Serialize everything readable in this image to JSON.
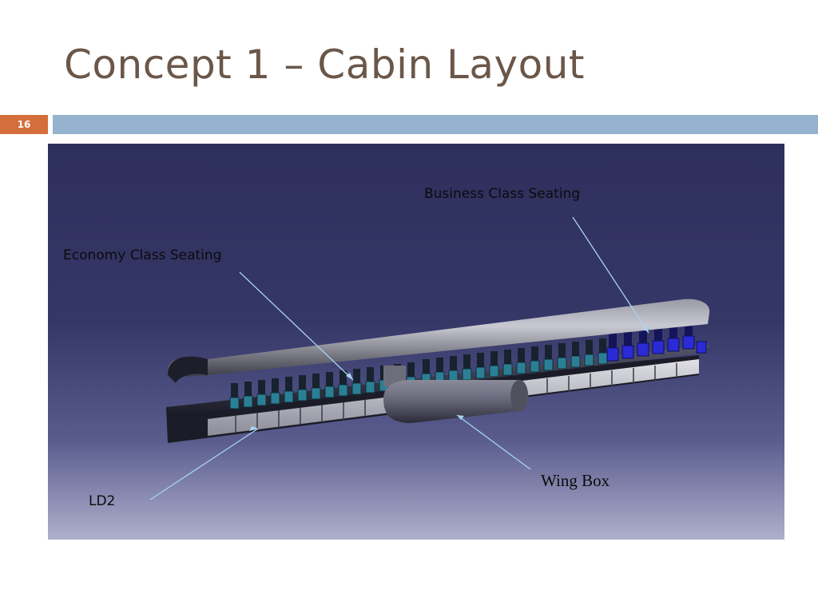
{
  "slide": {
    "title": "Concept 1 – Cabin Layout",
    "number": "16"
  },
  "figure": {
    "labels": {
      "business": "Business Class Seating",
      "economy": "Economy Class Seating",
      "wing_box": "Wing Box",
      "ld2": "LD2"
    },
    "colors": {
      "economy_seat": "#2b7f95",
      "business_seat": "#2a2ad6",
      "background_top": "#2e2f5c",
      "background_bottom": "#aeb0cc",
      "leader_line": "#a9d3f0"
    },
    "economy_seat_count_front": 14,
    "economy_seat_count_mid": 14,
    "business_seat_count": 7
  }
}
